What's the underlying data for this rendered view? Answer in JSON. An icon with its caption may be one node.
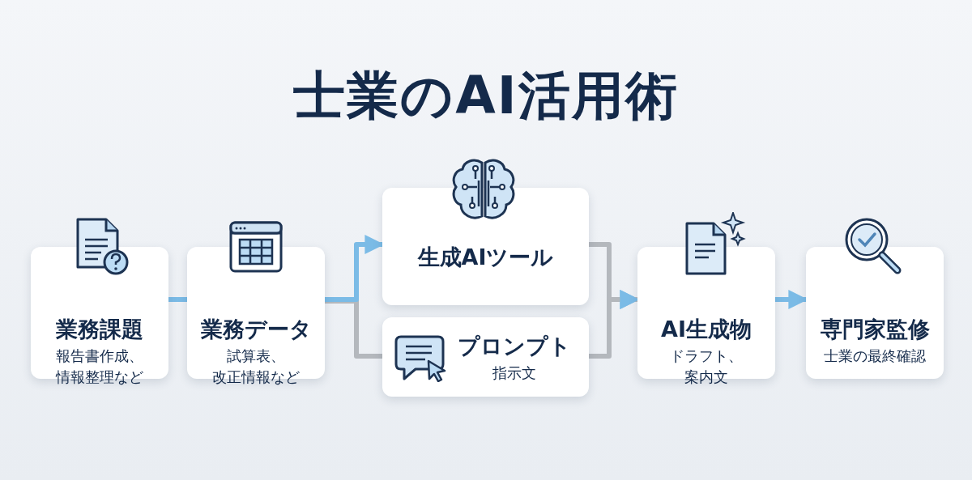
{
  "diagram": {
    "title": "士業のAI活用術",
    "nodes": [
      {
        "text": [
          "業務課題",
          "報告書作成、情報整理など"
        ]
      },
      {
        "text": [
          "業務データ",
          "試算表、改正情報など"
        ]
      },
      {
        "text": [
          "生成AIツール"
        ]
      },
      {
        "text": [
          "プロンプト",
          "指示文"
        ]
      },
      {
        "text": [
          "AI生成物",
          "ドラフト、案内文"
        ]
      },
      {
        "text": [
          "専門家監修",
          "士業の最終確認"
        ]
      }
    ],
    "edges": [
      {
        "from": 0,
        "to": 1,
        "arrow": "none"
      },
      {
        "from": 1,
        "to": 2,
        "arrow": "to"
      },
      {
        "from": 1,
        "to": 3,
        "arrow": "none",
        "color": "#b4b8bd"
      },
      {
        "from": 2,
        "to": 4,
        "arrow": "to",
        "color": "#b4b8bd"
      },
      {
        "from": 3,
        "to": 4,
        "arrow": "to",
        "color": "#b4b8bd"
      },
      {
        "from": 4,
        "to": 5,
        "arrow": "to"
      }
    ]
  }
}
